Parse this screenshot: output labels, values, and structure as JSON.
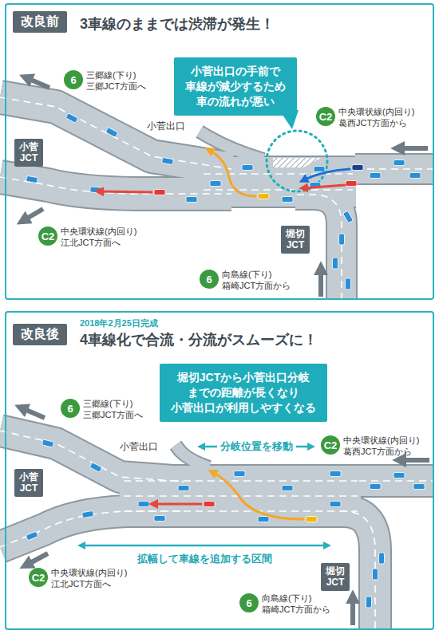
{
  "diagram": {
    "nodes": [
      {
        "text": [
          "3車線のままでは渋滞が発生！"
        ]
      },
      {
        "text": [
          "改良前"
        ],
        "in": 0
      },
      {
        "text": [
          "小菅出口の手前で 車線が減少するため 車の流れが悪い"
        ],
        "in": 0
      },
      {
        "text": [
          "小菅 JCT"
        ],
        "in": 0
      },
      {
        "text": [
          "堀切 JCT"
        ],
        "in": 0
      },
      {
        "text": [
          "6",
          "三郷線(下り) 三郷JCT方面へ"
        ],
        "in": 0
      },
      {
        "text": [
          "C2",
          "中央環状線(内回り) 葛西JCT方面から"
        ],
        "in": 0
      },
      {
        "text": [
          "C2",
          "中央環状線(内回り) 江北JCT方面へ"
        ],
        "in": 0
      },
      {
        "text": [
          "6",
          "向島線(下り) 箱崎JCT方面から"
        ],
        "in": 0
      },
      {
        "text": [
          "2018年2月25日完成",
          "4車線化で合流・分流がスムーズに！"
        ]
      },
      {
        "text": [
          "改良後"
        ],
        "in": 9
      },
      {
        "text": [
          "堀切JCTから小菅出口分岐 までの距離が長くなり 小菅出口が利用しやすくなる"
        ],
        "in": 9
      },
      {
        "text": [
          "小菅 JCT"
        ],
        "in": 9
      },
      {
        "text": [
          "堀切 JCT"
        ],
        "in": 9
      },
      {
        "text": [
          "6",
          "三郷線(下り) 三郷JCT方面へ"
        ],
        "in": 9
      },
      {
        "text": [
          "C2",
          "中央環状線(内回り) 葛西JCT方面から"
        ],
        "in": 9
      },
      {
        "text": [
          "C2",
          "中央環状線(内回り) 江北JCT方面へ"
        ],
        "in": 9
      },
      {
        "text": [
          "6",
          "向島線(下り) 箱崎JCT方面から"
        ],
        "in": 9
      }
    ],
    "labels": [
      "小菅出口",
      "小菅出口",
      "分岐位置を移動",
      "拡幅して車線を追加する区間"
    ]
  }
}
